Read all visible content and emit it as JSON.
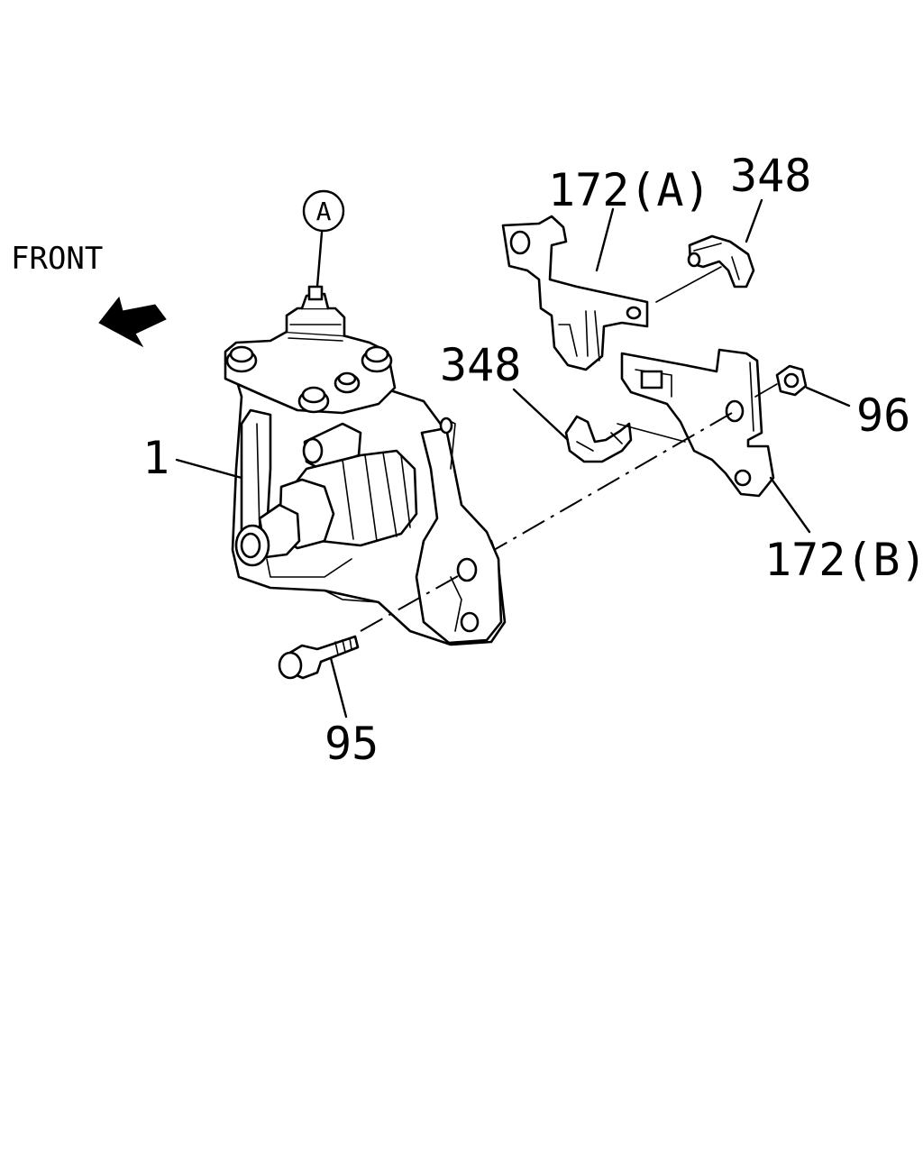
{
  "labels": {
    "front": "FRONT",
    "circle_ref": "A",
    "part_1": "1",
    "part_95": "95",
    "part_96": "96",
    "part_172a": "172(A)",
    "part_172b": "172(B)",
    "part_348_top": "348",
    "part_348_mid": "348"
  },
  "colors": {
    "ink": "#000000",
    "paper": "#ffffff"
  },
  "icons": {
    "front_arrow": "front-direction-arrow-icon"
  }
}
